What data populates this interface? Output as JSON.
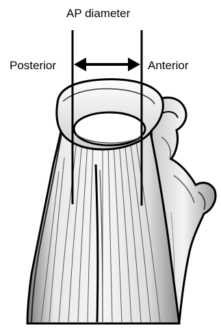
{
  "labels": {
    "measurement": "AP diameter",
    "left_side": "Posterior",
    "right_side": "Anterior"
  },
  "colors": {
    "ink": "#000000",
    "background": "#ffffff",
    "tissue_light": "#f2f2f2",
    "tissue_shade": "#9a9a9a"
  },
  "illustration": {
    "subject": "tendon-cross-section-drawing"
  }
}
